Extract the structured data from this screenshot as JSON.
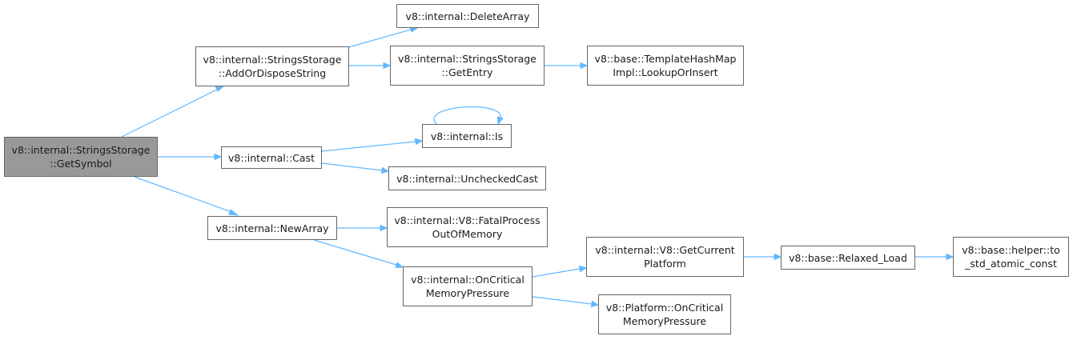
{
  "colors": {
    "edge": "#63b8ff",
    "root_fill": "#999999",
    "node_border": "#666666"
  },
  "nodes": {
    "get_symbol": {
      "line1": "v8::internal::StringsStorage",
      "line2": "::GetSymbol"
    },
    "add_or_dispose": {
      "line1": "v8::internal::StringsStorage",
      "line2": "::AddOrDisposeString"
    },
    "delete_array": {
      "line1": "v8::internal::DeleteArray"
    },
    "get_entry": {
      "line1": "v8::internal::StringsStorage",
      "line2": "::GetEntry"
    },
    "lookup_or_insert": {
      "line1": "v8::base::TemplateHashMap",
      "line2": "Impl::LookupOrInsert"
    },
    "cast": {
      "line1": "v8::internal::Cast"
    },
    "is": {
      "line1": "v8::internal::Is"
    },
    "unchecked_cast": {
      "line1": "v8::internal::UncheckedCast"
    },
    "new_array": {
      "line1": "v8::internal::NewArray"
    },
    "fatal_oom": {
      "line1": "v8::internal::V8::FatalProcess",
      "line2": "OutOfMemory"
    },
    "on_critical_internal": {
      "line1": "v8::internal::OnCritical",
      "line2": "MemoryPressure"
    },
    "get_current_platform": {
      "line1": "v8::internal::V8::GetCurrent",
      "line2": "Platform"
    },
    "relaxed_load": {
      "line1": "v8::base::Relaxed_Load"
    },
    "to_std_atomic": {
      "line1": "v8::base::helper::to",
      "line2": "_std_atomic_const"
    },
    "platform_on_critical": {
      "line1": "v8::Platform::OnCritical",
      "line2": "MemoryPressure"
    }
  }
}
